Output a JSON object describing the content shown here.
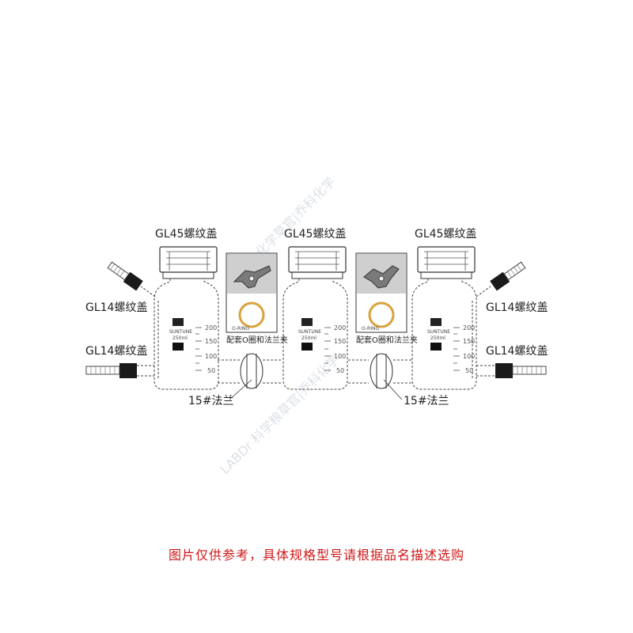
{
  "labels": {
    "cap_gl45": "GL45螺纹盖",
    "cap_gl14": "GL14螺纹盖",
    "flange_15": "15#法兰",
    "clamp_oring": "配套O圈和法兰夹"
  },
  "bottle": {
    "volume_label": "250ml",
    "scale": [
      "200",
      "150",
      "100",
      "50"
    ]
  },
  "watermark": [
    "化学草官|乔科化学",
    "LABDr 科学粮草官|乔科化学"
  ],
  "notice": "图片仅供参考，具体规格型号请根据品名描述选购",
  "colors": {
    "notice": "#d01818",
    "outline": "#333333",
    "cap": "#1a1a1a",
    "ring": "#d9a23a"
  }
}
